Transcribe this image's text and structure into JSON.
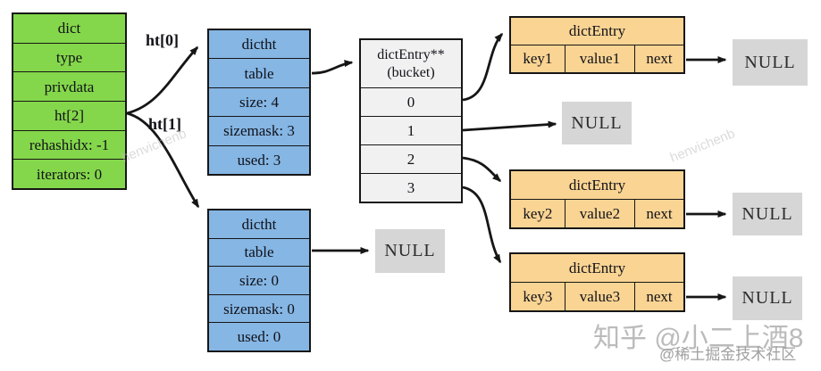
{
  "colors": {
    "dict_green": "#84d74b",
    "dictht_blue": "#85b6e4",
    "entry_orange": "#f9d493",
    "bucket_gray": "#f1f1f1",
    "null_gray": "#d6d6d6",
    "line_black": "#161616"
  },
  "dict_box": {
    "title": "dict",
    "rows": [
      "type",
      "privdata",
      "ht[2]",
      "rehashidx: -1",
      "iterators: 0"
    ]
  },
  "edge_labels": {
    "ht0": "ht[0]",
    "ht1": "ht[1]"
  },
  "dictht_top": {
    "title": "dictht",
    "rows": [
      "table",
      "size: 4",
      "sizemask: 3",
      "used: 3"
    ]
  },
  "dictht_bottom": {
    "title": "dictht",
    "rows": [
      "table",
      "size: 0",
      "sizemask: 0",
      "used: 0"
    ]
  },
  "bucket_box": {
    "title_line1": "dictEntry**",
    "title_line2": "(bucket)",
    "slots": [
      "0",
      "1",
      "2",
      "3"
    ]
  },
  "entry1": {
    "title": "dictEntry",
    "cells": [
      "key1",
      "value1",
      "next"
    ]
  },
  "entry2": {
    "title": "dictEntry",
    "cells": [
      "key2",
      "value2",
      "next"
    ]
  },
  "entry3": {
    "title": "dictEntry",
    "cells": [
      "key3",
      "value3",
      "next"
    ]
  },
  "null_label": "NULL",
  "watermarks": {
    "main": "知乎 @小二上酒8",
    "sub": "@稀土掘金技术社区",
    "diagonal": "henvichenb"
  }
}
